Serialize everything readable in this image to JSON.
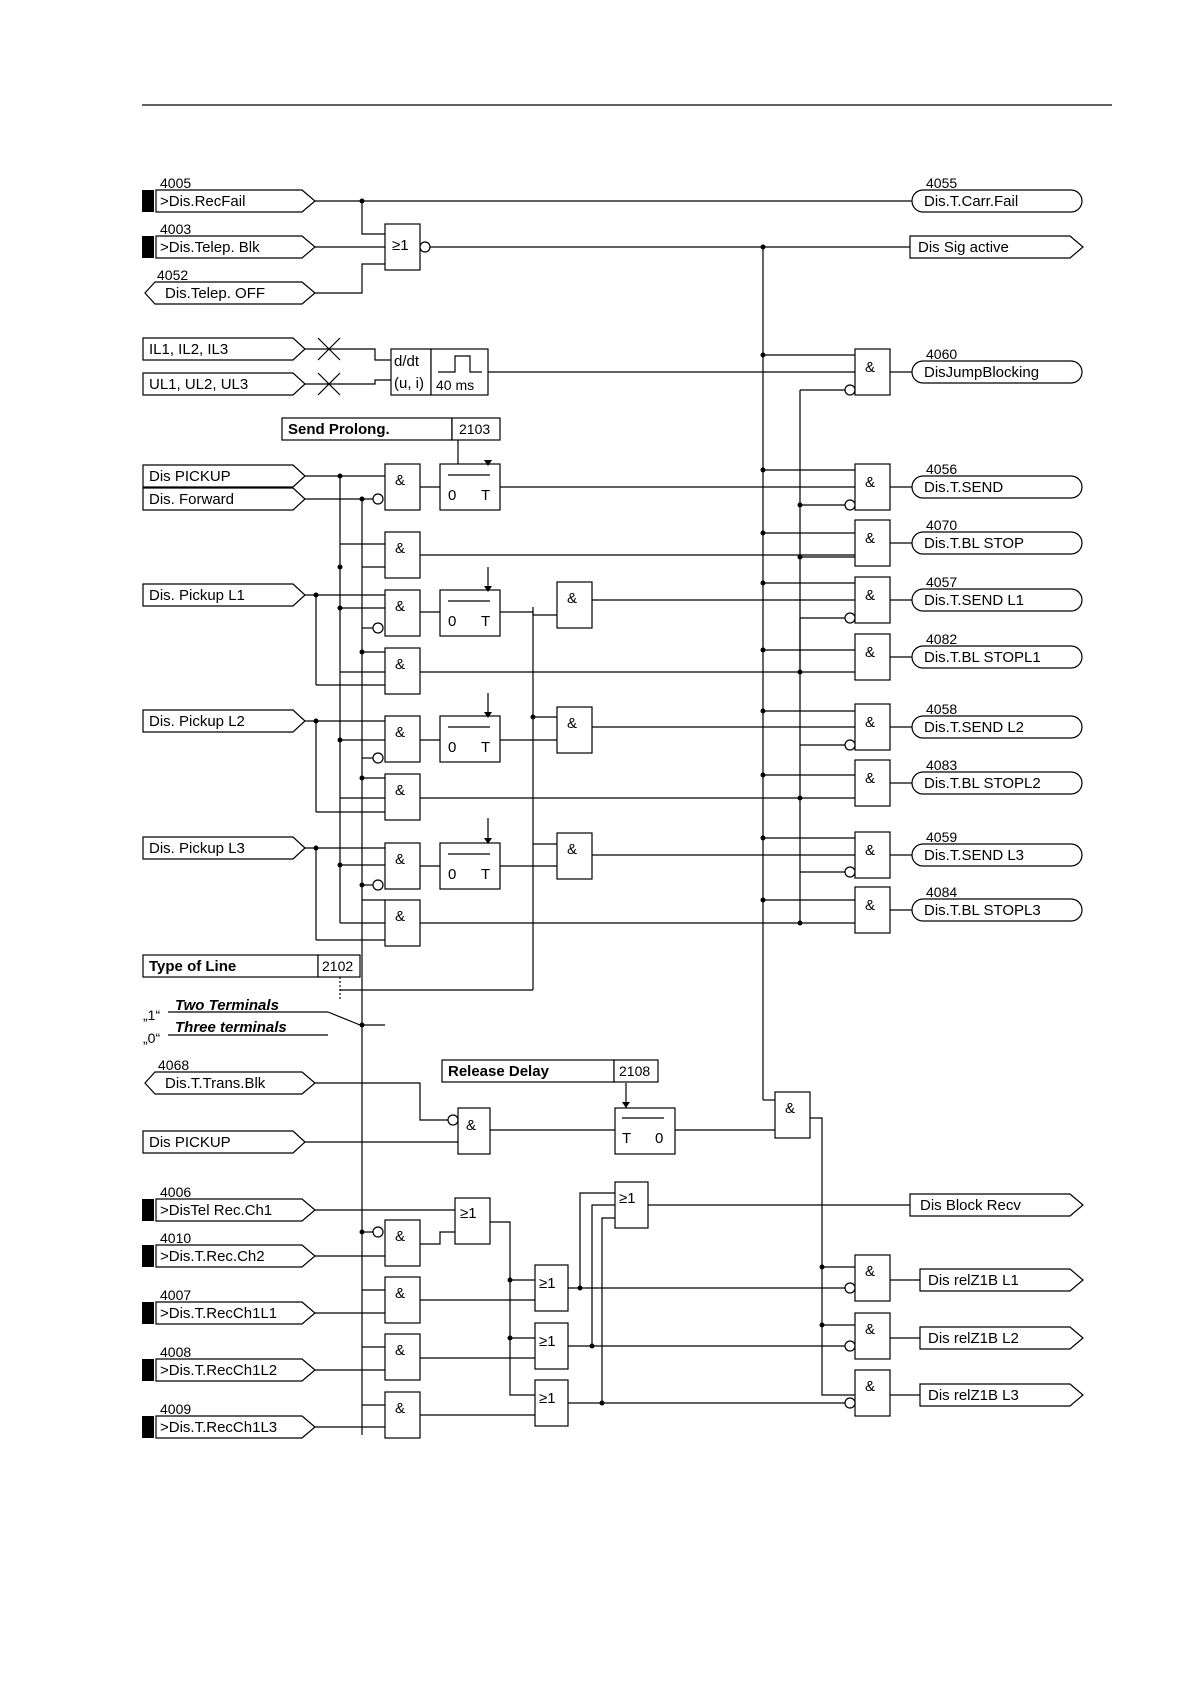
{
  "inputs": {
    "rec_fail": {
      "num": "4005",
      "label": ">Dis.RecFail"
    },
    "telep_blk": {
      "num": "4003",
      "label": ">Dis.Telep. Blk"
    },
    "telep_off": {
      "num": "4052",
      "label": "Dis.Telep. OFF"
    },
    "currents": {
      "label": "IL1, IL2, IL3"
    },
    "voltages": {
      "label": "UL1, UL2, UL3"
    },
    "pickup": {
      "label": "Dis PICKUP"
    },
    "forward": {
      "label": "Dis. Forward"
    },
    "pickup_l1": {
      "label": "Dis. Pickup L1"
    },
    "pickup_l2": {
      "label": "Dis. Pickup L2"
    },
    "pickup_l3": {
      "label": "Dis. Pickup L3"
    },
    "trans_blk": {
      "num": "4068",
      "label": "Dis.T.Trans.Blk"
    },
    "pickup2": {
      "label": "Dis PICKUP"
    },
    "rec_ch1": {
      "num": "4006",
      "label": ">DisTel Rec.Ch1"
    },
    "rec_ch2": {
      "num": "4010",
      "label": ">Dis.T.Rec.Ch2"
    },
    "rec_ch1l1": {
      "num": "4007",
      "label": ">Dis.T.RecCh1L1"
    },
    "rec_ch1l2": {
      "num": "4008",
      "label": ">Dis.T.RecCh1L2"
    },
    "rec_ch1l3": {
      "num": "4009",
      "label": ">Dis.T.RecCh1L3"
    }
  },
  "outputs": {
    "carr_fail": {
      "num": "4055",
      "label": "Dis.T.Carr.Fail"
    },
    "sig_active": {
      "label": "Dis Sig active"
    },
    "jump_blocking": {
      "num": "4060",
      "label": "DisJumpBlocking"
    },
    "send": {
      "num": "4056",
      "label": "Dis.T.SEND"
    },
    "bl_stop": {
      "num": "4070",
      "label": "Dis.T.BL STOP"
    },
    "send_l1": {
      "num": "4057",
      "label": "Dis.T.SEND L1"
    },
    "bl_stop_l1": {
      "num": "4082",
      "label": "Dis.T.BL STOPL1"
    },
    "send_l2": {
      "num": "4058",
      "label": "Dis.T.SEND L2"
    },
    "bl_stop_l2": {
      "num": "4083",
      "label": "Dis.T.BL STOPL2"
    },
    "send_l3": {
      "num": "4059",
      "label": "Dis.T.SEND L3"
    },
    "bl_stop_l3": {
      "num": "4084",
      "label": "Dis.T.BL STOPL3"
    },
    "block_recv": {
      "label": "Dis Block Recv"
    },
    "relz1b_l1": {
      "label": "Dis relZ1B L1"
    },
    "relz1b_l2": {
      "label": "Dis relZ1B L2"
    },
    "relz1b_l3": {
      "label": "Dis relZ1B L3"
    }
  },
  "params": {
    "send_prolong": {
      "label": "Send Prolong.",
      "addr": "2103"
    },
    "type_of_line": {
      "label": "Type of Line",
      "addr": "2102"
    },
    "release_delay": {
      "label": "Release Delay",
      "addr": "2108"
    }
  },
  "switch": {
    "opt1_key": "„1“",
    "opt1_label": "Two Terminals",
    "opt0_key": "„0“",
    "opt0_label": "Three terminals"
  },
  "gates": {
    "and": "&",
    "or": "≥1"
  },
  "blocks": {
    "ddt": "d/dt",
    "ui": "(u, i)",
    "pulse": "40 ms",
    "timer_zero": "0",
    "timer_t": "T"
  }
}
